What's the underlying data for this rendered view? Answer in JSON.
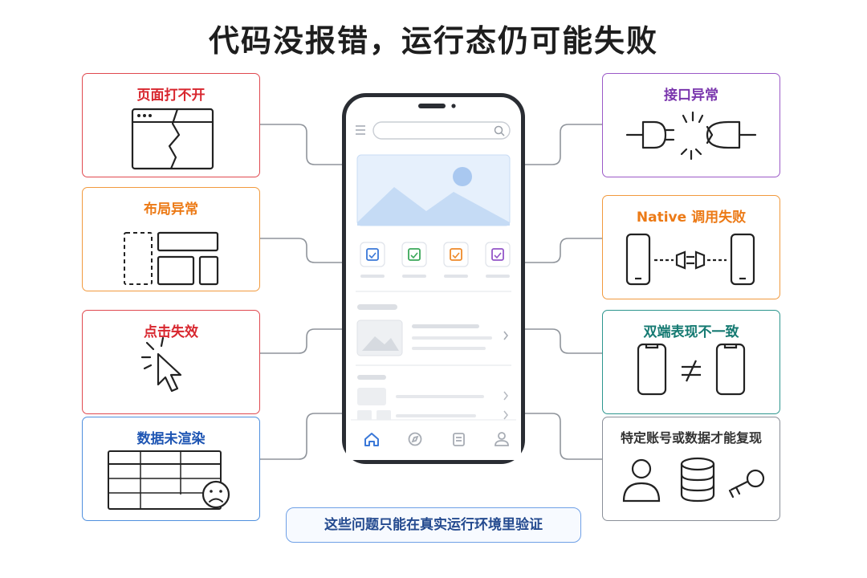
{
  "title": "代码没报错，运行态仍可能失败",
  "left_cards": [
    {
      "label": "页面打不开",
      "icon": "broken-page-icon"
    },
    {
      "label": "布局异常",
      "icon": "broken-layout-icon"
    },
    {
      "label": "点击失效",
      "icon": "cursor-click-icon"
    },
    {
      "label": "数据未渲染",
      "icon": "empty-table-sad-icon"
    }
  ],
  "right_cards": [
    {
      "label": "接口异常",
      "icon": "unplugged-icon"
    },
    {
      "label": "Native 调用失败",
      "icon": "native-bridge-icon"
    },
    {
      "label": "双端表现不一致",
      "icon": "two-phones-not-equal-icon"
    },
    {
      "label": "特定账号或数据才能复现",
      "icon": "user-database-key-icon"
    }
  ],
  "footer": "这些问题只能在真实运行环境里验证",
  "colors": {
    "red": "#e0494f",
    "orange": "#f19a3e",
    "blue": "#4f8fde",
    "purple": "#9b59c7",
    "teal": "#2d968e",
    "gray": "#8a8f98"
  }
}
